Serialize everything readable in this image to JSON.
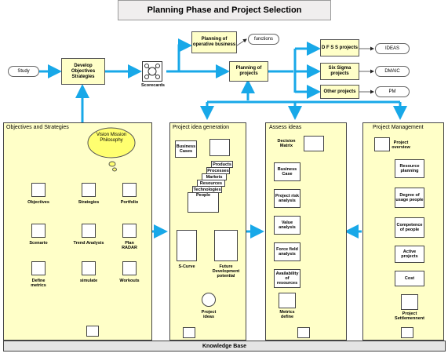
{
  "title": "Planning Phase and Project Selection",
  "top": {
    "study": "Study",
    "develop": "Develop Objectives Strategies",
    "scorecards": "Scorecards",
    "planning_operative": "Planning of operative business",
    "functions": "functions",
    "planning_projects": "Planning of projects",
    "dfss": "D F S S projects",
    "six_sigma": "Six Sigma projects",
    "other": "Other projects",
    "ideas": "IDEAS",
    "dmaic": "DMAIC",
    "pm": "PM"
  },
  "objectives": {
    "title": "Objectives and Strategies",
    "cloud": "Vision Mission Philosophy",
    "items": [
      "Objectives",
      "Strategies",
      "Portfolio",
      "Scenario",
      "Trend Analysis",
      "Plan RADAR",
      "Define metrics",
      "simulate",
      "Workouts"
    ]
  },
  "idea_gen": {
    "title": "Project idea generation",
    "business_cases": "Business Cases",
    "stack": [
      "Products",
      "Processes",
      "Markets",
      "Resources",
      "Technologies",
      "People"
    ],
    "s_curve": "S-Curve",
    "future": "Future Development potential",
    "project_ideas": "Project ideas"
  },
  "assess": {
    "title": "Assess ideas",
    "decision_matrix": "Decision Matrix",
    "items": [
      "Business Case",
      "Project risk analysis",
      "Value analysis",
      "Force field analysis",
      "Availability of resources"
    ],
    "metrics": "Metrics define"
  },
  "pm": {
    "title": "Project Management",
    "overview": "Project overview",
    "items": [
      "Resource planning",
      "Degree of usage people",
      "Competence of people",
      "Active projects",
      "Cost"
    ],
    "settlement": "Project Settlemennent"
  },
  "knowledge_base": "Knowledge Base",
  "colors": {
    "arrow": "#18a8e8",
    "panel": "#ffffc8",
    "title_bg": "#f0eeee"
  }
}
